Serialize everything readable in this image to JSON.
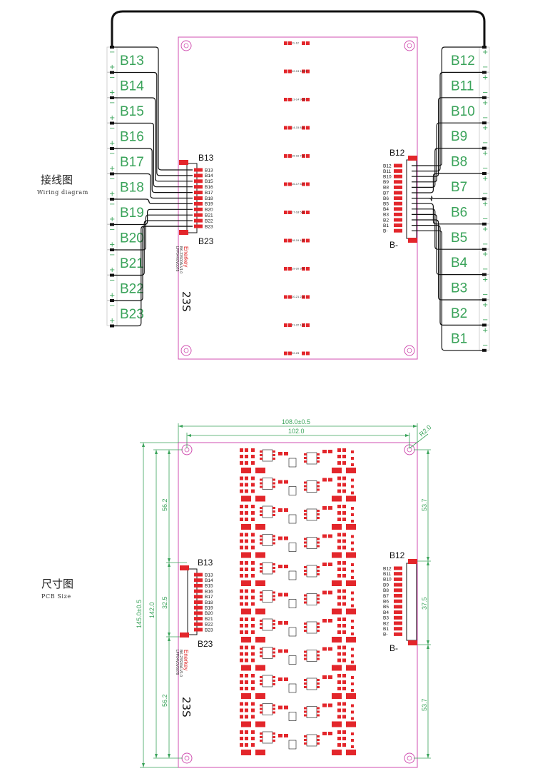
{
  "wiring": {
    "caption_main": "接线图",
    "caption_sub": "Wiring diagram",
    "left_batteries": [
      "B13",
      "B14",
      "B15",
      "B16",
      "B17",
      "B18",
      "B19",
      "B20",
      "B21",
      "B22",
      "B23"
    ],
    "right_batteries": [
      "B12",
      "B11",
      "B10",
      "B9",
      "B8",
      "B7",
      "B6",
      "B5",
      "B4",
      "B3",
      "B2",
      "B1"
    ],
    "left_connector_top": "B13",
    "left_connector_bottom": "B23",
    "left_pins": [
      "B13",
      "B14",
      "B15",
      "B16",
      "B17",
      "B18",
      "B19",
      "B20",
      "B21",
      "B22",
      "B23"
    ],
    "right_connector_top": "B12",
    "right_connector_bottom": "B-",
    "right_pins": [
      "B12",
      "B11",
      "B10",
      "B9",
      "B8",
      "B7",
      "B6",
      "B5",
      "B4",
      "B3",
      "B2",
      "B1",
      "B-"
    ],
    "brand": "Enerkey",
    "model_line1": "BK-23S00A-V1.0",
    "model_line2": "LFP04V0V0078",
    "series_count": "23S",
    "balance_labels": [
      "11-12",
      "12-13 10-11",
      "13-14 9-10",
      "14-15 8-9",
      "15-16 7-8",
      "16-17 6-7",
      "17-18 5-6",
      "18-19 4-5",
      "19-20 3-4",
      "20-21 2-3",
      "21-22 1-2",
      "22-23"
    ],
    "plus": "+",
    "minus": "−"
  },
  "pcb": {
    "caption_main": "尺寸图",
    "caption_sub": "PCB Size",
    "dim_outer_width": "108.0±0.5",
    "dim_inner_width": "102.0",
    "dim_corner_radius": "R2.0",
    "dim_outer_height": "145.0±0.5",
    "dim_inner_height": "142.0",
    "dim_left_top": "56.2",
    "dim_left_mid": "32.5",
    "dim_left_bottom": "56.2",
    "dim_right_top": "53.7",
    "dim_right_mid": "37.5",
    "dim_right_bottom": "53.7",
    "left_connector_top": "B13",
    "left_connector_bottom": "B23",
    "left_pins": [
      "B13",
      "B14",
      "B15",
      "B16",
      "B17",
      "B18",
      "B19",
      "B20",
      "B21",
      "B22",
      "B23"
    ],
    "right_connector_top": "B12",
    "right_connector_bottom": "B-",
    "right_pins": [
      "B12",
      "B11",
      "B10",
      "B9",
      "B8",
      "B7",
      "B6",
      "B5",
      "B4",
      "B3",
      "B2",
      "B1",
      "B-"
    ],
    "brand": "Enerkey",
    "model_line1": "BK-23S00A-V1.0",
    "model_line2": "LFP04V0V0078",
    "series_count": "23S"
  },
  "colors": {
    "board_outline": "#d04fb0",
    "pad_red": "#e3262b",
    "label_green": "#3aa35a",
    "wire_dark": "#111111",
    "cell_body": "#ffffff"
  }
}
